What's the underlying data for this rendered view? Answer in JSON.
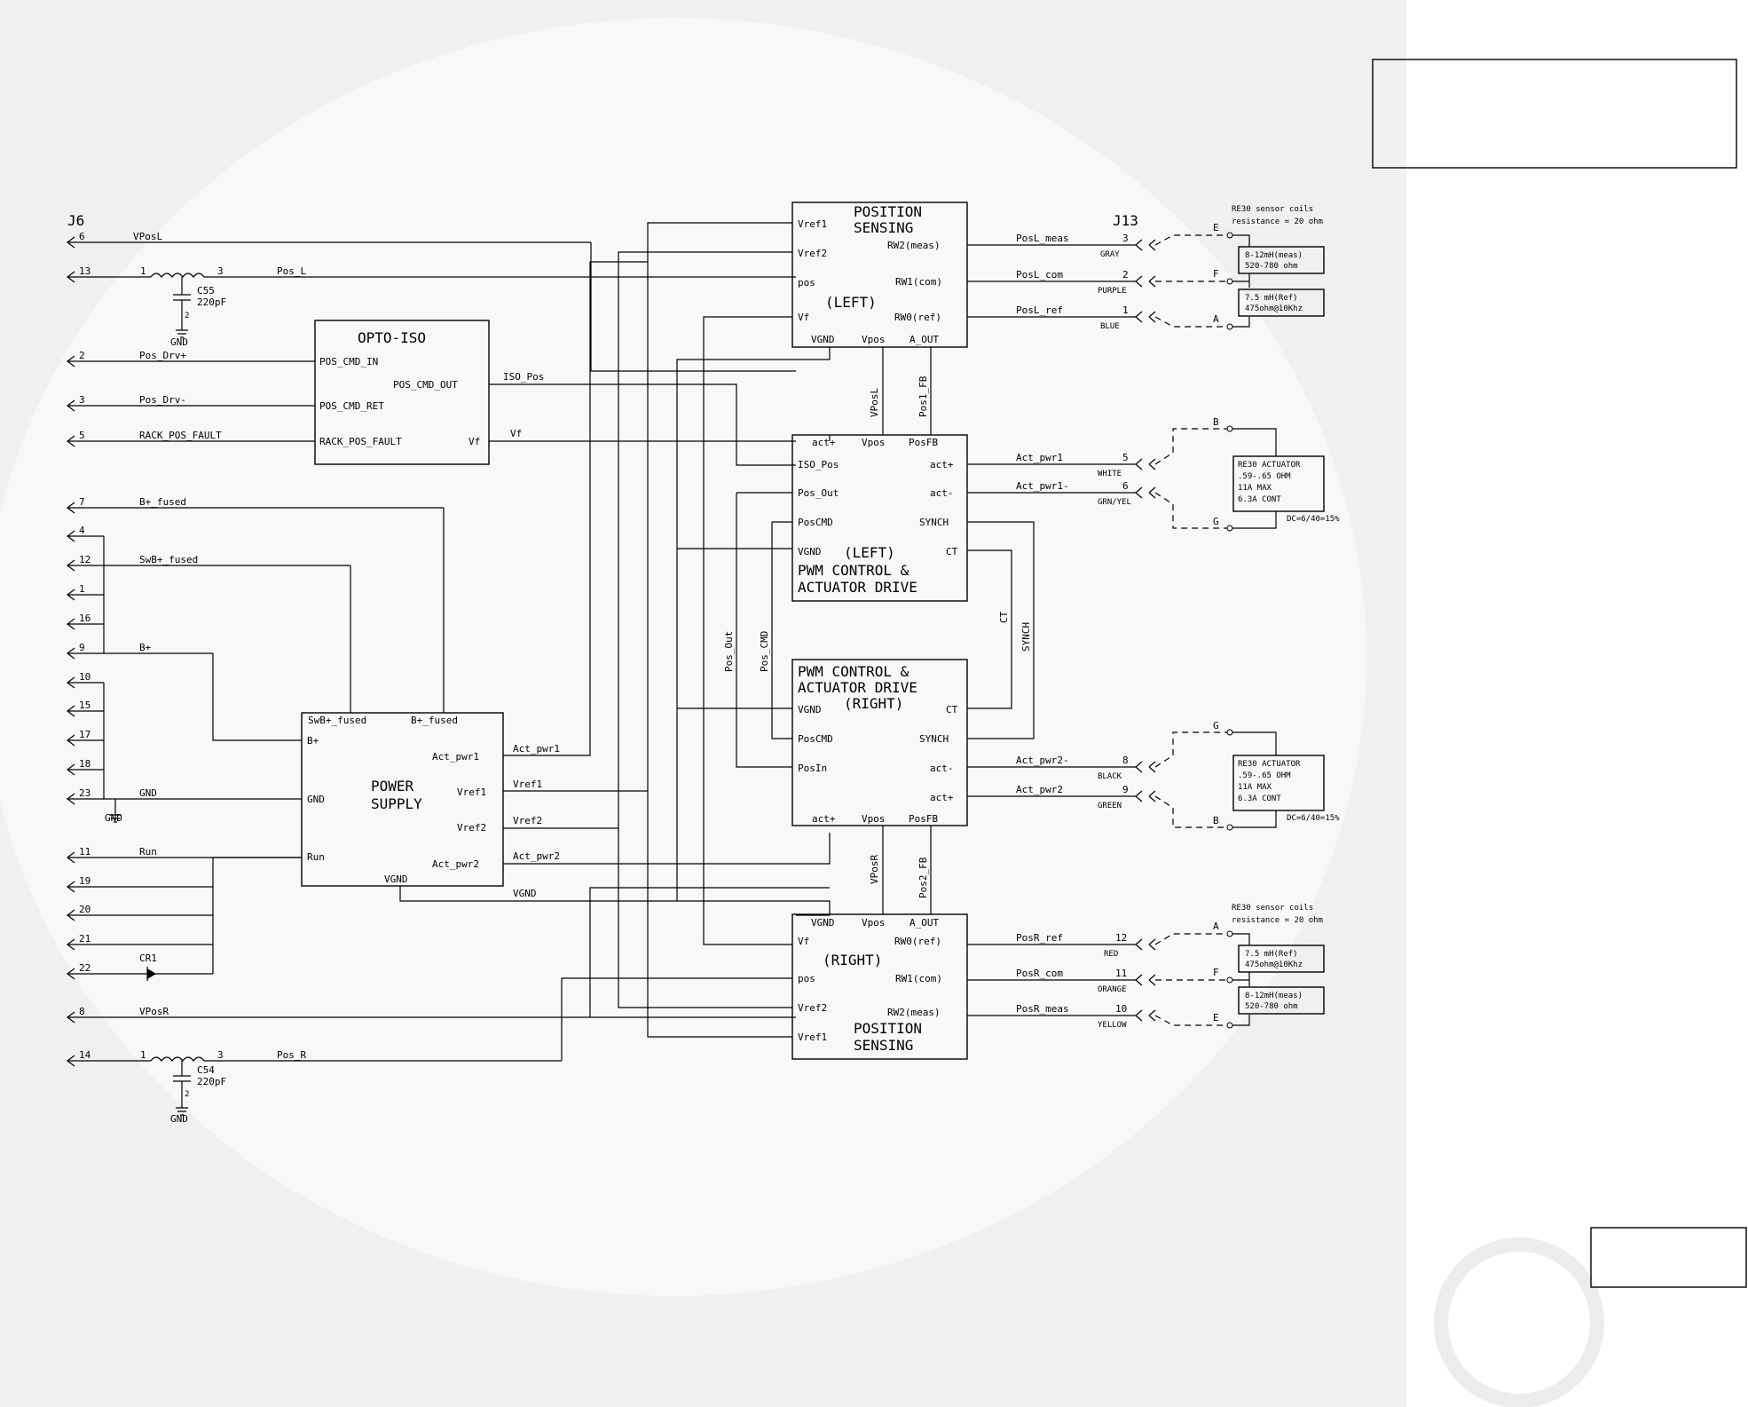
{
  "connectors": {
    "j6": "J6",
    "j13": "J13"
  },
  "left_pins": [
    {
      "num": "6",
      "net": "VPosL"
    },
    {
      "num": "13",
      "net": "Pos_L"
    },
    {
      "num": "2",
      "net": "Pos_Drv+"
    },
    {
      "num": "3",
      "net": "Pos_Drv-"
    },
    {
      "num": "5",
      "net": "RACK_POS_FAULT"
    },
    {
      "num": "7",
      "net": "B+_fused"
    },
    {
      "num": "4",
      "net": ""
    },
    {
      "num": "12",
      "net": "SwB+_fused"
    },
    {
      "num": "1",
      "net": ""
    },
    {
      "num": "16",
      "net": ""
    },
    {
      "num": "9",
      "net": "B+"
    },
    {
      "num": "10",
      "net": ""
    },
    {
      "num": "15",
      "net": ""
    },
    {
      "num": "17",
      "net": ""
    },
    {
      "num": "18",
      "net": ""
    },
    {
      "num": "23",
      "net": "GND"
    },
    {
      "num": "11",
      "net": "Run"
    },
    {
      "num": "19",
      "net": ""
    },
    {
      "num": "20",
      "net": ""
    },
    {
      "num": "21",
      "net": ""
    },
    {
      "num": "22",
      "net": ""
    },
    {
      "num": "8",
      "net": "VPosR"
    },
    {
      "num": "14",
      "net": "Pos_R"
    }
  ],
  "caps": [
    {
      "ref": "C55",
      "value": "220pF",
      "p1": "1",
      "p2": "2",
      "p3": "3",
      "gnd": "GND"
    },
    {
      "ref": "C54",
      "value": "220pF",
      "p1": "1",
      "p2": "2",
      "p3": "3",
      "gnd": "GND"
    }
  ],
  "gnd_label": "GND",
  "diode": "CR1",
  "opto": {
    "title": "OPTO-ISO",
    "pins": [
      "POS_CMD_IN",
      "POS_CMD_OUT",
      "POS_CMD_RET",
      "RACK_POS_FAULT",
      "Vf"
    ],
    "out_net": "ISO_Pos",
    "vf_net": "Vf"
  },
  "power_supply": {
    "title1": "POWER",
    "title2": "SUPPLY",
    "pins": [
      "SwB+_fused",
      "B+_fused",
      "B+",
      "Act_pwr1",
      "GND",
      "Vref1",
      "Vref2",
      "Run",
      "Act_pwr2",
      "VGND"
    ],
    "nets": [
      "Act_pwr1",
      "Vref1",
      "Vref2",
      "Act_pwr2",
      "VGND"
    ]
  },
  "pos_left": {
    "title1": "POSITION",
    "title2": "SENSING",
    "side": "(LEFT)",
    "pins": [
      "Vref1",
      "Vref2",
      "pos",
      "Vf",
      "VGND",
      "Vpos",
      "A_OUT",
      "RW2(meas)",
      "RW1(com)",
      "RW0(ref)"
    ]
  },
  "pwm_left": {
    "pins": [
      "act+",
      "Vpos",
      "PosFB",
      "ISO_Pos",
      "act+",
      "Pos_Out",
      "act-",
      "PosCMD",
      "SYNCH",
      "VGND",
      "CT"
    ],
    "side": "(LEFT)",
    "title1": "PWM CONTROL &",
    "title2": "ACTUATOR DRIVE"
  },
  "pwm_right": {
    "title1": "PWM CONTROL &",
    "title2": "ACTUATOR DRIVE",
    "side": "(RIGHT)",
    "pins": [
      "VGND",
      "CT",
      "PosCMD",
      "SYNCH",
      "PosIn",
      "act-",
      "act+",
      "act+",
      "Vpos",
      "PosFB"
    ]
  },
  "pos_right": {
    "pins": [
      "VGND",
      "Vpos",
      "A_OUT",
      "Vf",
      "RW0(ref)",
      "pos",
      "RW1(com)",
      "Vref2",
      "RW2(meas)",
      "Vref1"
    ],
    "side": "(RIGHT)",
    "title1": "POSITION",
    "title2": "SENSING"
  },
  "vertical_nets": [
    "VPosL",
    "Pos1_FB",
    "Pos_Out",
    "Pos_CMD",
    "CT",
    "SYNCH",
    "VPosR",
    "Pos2_FB"
  ],
  "right_nets": {
    "upper": [
      {
        "net": "PosL_meas",
        "pin": "3",
        "color": "GRAY"
      },
      {
        "net": "PosL_com",
        "pin": "2",
        "color": "PURPLE"
      },
      {
        "net": "PosL_ref",
        "pin": "1",
        "color": "BLUE"
      },
      {
        "net": "Act_pwr1",
        "pin": "5",
        "color": "WHITE"
      },
      {
        "net": "Act_pwr1-",
        "pin": "6",
        "color": "GRN/YEL"
      }
    ],
    "lower": [
      {
        "net": "Act_pwr2-",
        "pin": "8",
        "color": "BLACK"
      },
      {
        "net": "Act_pwr2",
        "pin": "9",
        "color": "GREEN"
      },
      {
        "net": "PosR_ref",
        "pin": "12",
        "color": "RED"
      },
      {
        "net": "PosR_com",
        "pin": "11",
        "color": "ORANGE"
      },
      {
        "net": "PosR_meas",
        "pin": "10",
        "color": "YELLOW"
      }
    ]
  },
  "sensor_upper": {
    "note1": "RE30 sensor coils",
    "note2": "resistance = 20 ohm",
    "letters": [
      "E",
      "F",
      "A"
    ],
    "coil1a": "8-12mH(meas)",
    "coil1b": "520-780 ohm",
    "coil2a": "7.5 mH(Ref)",
    "coil2b": "475ohm@10Khz"
  },
  "actuator_upper": {
    "letters": [
      "B",
      "G"
    ],
    "lines": [
      "RE30 ACTUATOR",
      ".59-.65 OHM",
      "11A MAX",
      "6.3A CONT"
    ],
    "dc": "DC=6/40=15%"
  },
  "actuator_lower": {
    "letters": [
      "G",
      "B"
    ],
    "lines": [
      "RE30 ACTUATOR",
      ".59-.65 OHM",
      "11A MAX",
      "6.3A CONT"
    ],
    "dc": "DC=6/40=15%"
  },
  "sensor_lower": {
    "note1": "RE30 sensor coils",
    "note2": "resistance = 20 ohm",
    "letters": [
      "A",
      "F",
      "E"
    ],
    "coil1a": "7.5 mH(Ref)",
    "coil1b": "475ohm@10Khz",
    "coil2a": "8-12mH(meas)",
    "coil2b": "520-780 ohm"
  }
}
